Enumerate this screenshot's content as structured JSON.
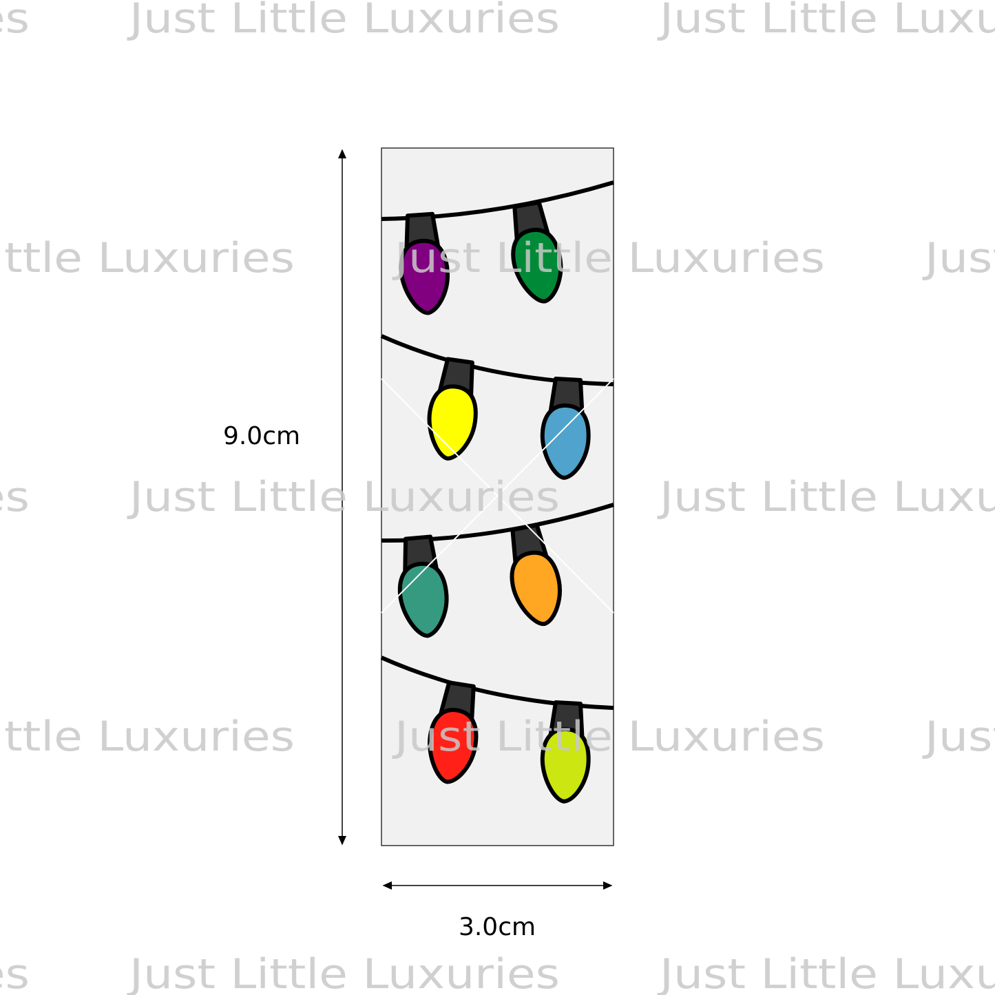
{
  "watermark": {
    "text": "Just Little Luxuries",
    "color": "#c8c8c8"
  },
  "dimensions": {
    "height_label": "9.0cm",
    "width_label": "3.0cm"
  },
  "design": {
    "background": "#f1f1f1",
    "bulbs": [
      {
        "name": "purple",
        "color": "#800080"
      },
      {
        "name": "green",
        "color": "#008a37"
      },
      {
        "name": "yellow",
        "color": "#ffff00"
      },
      {
        "name": "blue",
        "color": "#4fa3cc"
      },
      {
        "name": "teal",
        "color": "#359a80"
      },
      {
        "name": "orange",
        "color": "#ffa623"
      },
      {
        "name": "red",
        "color": "#ff2117"
      },
      {
        "name": "lime",
        "color": "#cbe610"
      }
    ]
  }
}
